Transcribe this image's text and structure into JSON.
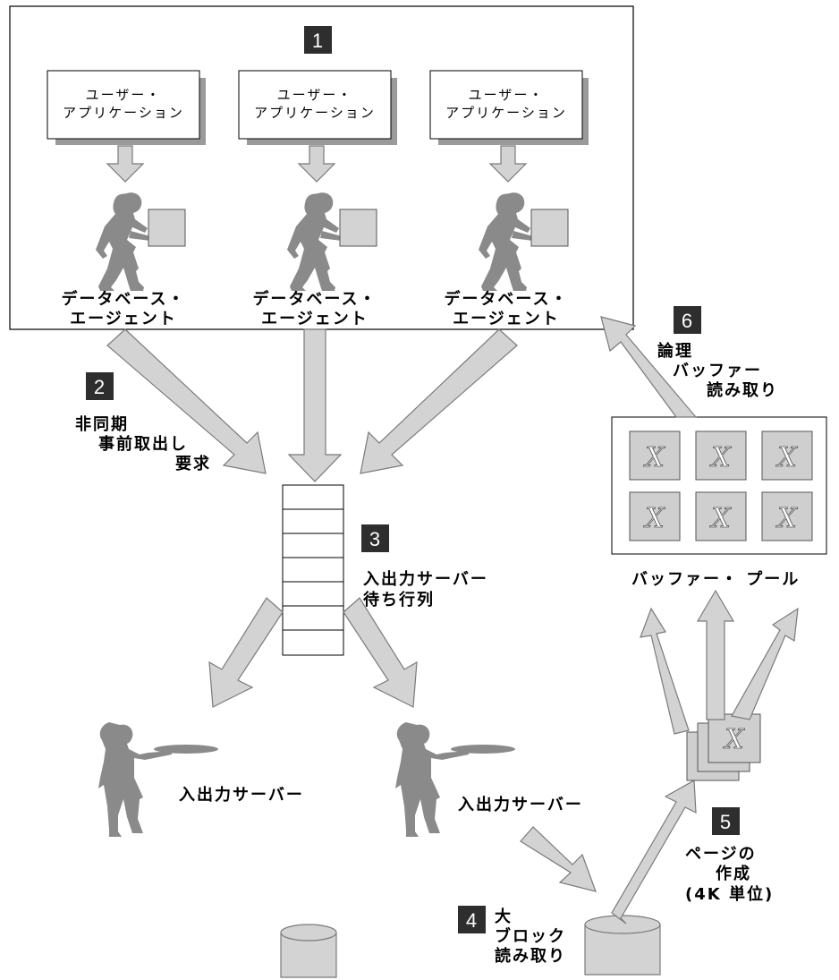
{
  "steps": {
    "s1": "1",
    "s2": "2",
    "s3": "3",
    "s4": "4",
    "s5": "5",
    "s6": "6"
  },
  "user_app": {
    "line1": "ユーザー・",
    "line2": "アプリケーション"
  },
  "db_agent": {
    "line1": "データベース・",
    "line2": "エージェント"
  },
  "prefetch_request": {
    "line1": "非同期",
    "line2": "事前取出し",
    "line3": "要求"
  },
  "io_queue": {
    "line1": "入出力サーバー",
    "line2": "待ち行列"
  },
  "io_server_label": "入出力サーバー",
  "big_block_read": {
    "line1": "大",
    "line2": "ブロック",
    "line3": "読み取り"
  },
  "page_creation": {
    "line1": "ページの",
    "line2": "作成",
    "line3": "(4K 単位)"
  },
  "buffer_pool_label": "バッファー・ プール",
  "logical_read": {
    "line1": "論理",
    "line2": "バッファー",
    "line3": "読み取り"
  },
  "colors": {
    "arrow_fill": "#d3d3d3",
    "arrow_stroke": "#7a7a7a",
    "figure": "#8a8a8a",
    "badge": "#2e2e2e",
    "page_fill": "#cfcfcf"
  }
}
